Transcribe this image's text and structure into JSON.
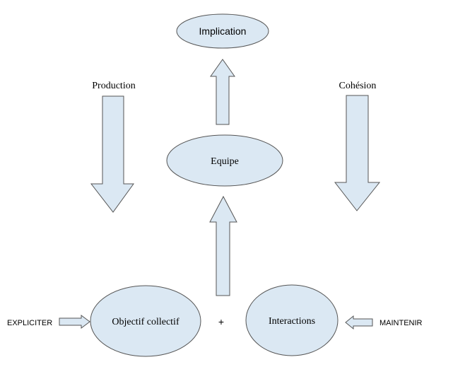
{
  "nodes": {
    "implication": "Implication",
    "equipe": "Equipe",
    "objectif": "Objectif collectif",
    "interactions": "Interactions"
  },
  "labels": {
    "production": "Production",
    "cohesion": "Cohésion",
    "expliciter": "EXPLICITER",
    "maintenir": "MAINTENIR",
    "plus": "+"
  },
  "colors": {
    "shape_fill": "#dbe8f3",
    "shape_stroke": "#555555"
  }
}
